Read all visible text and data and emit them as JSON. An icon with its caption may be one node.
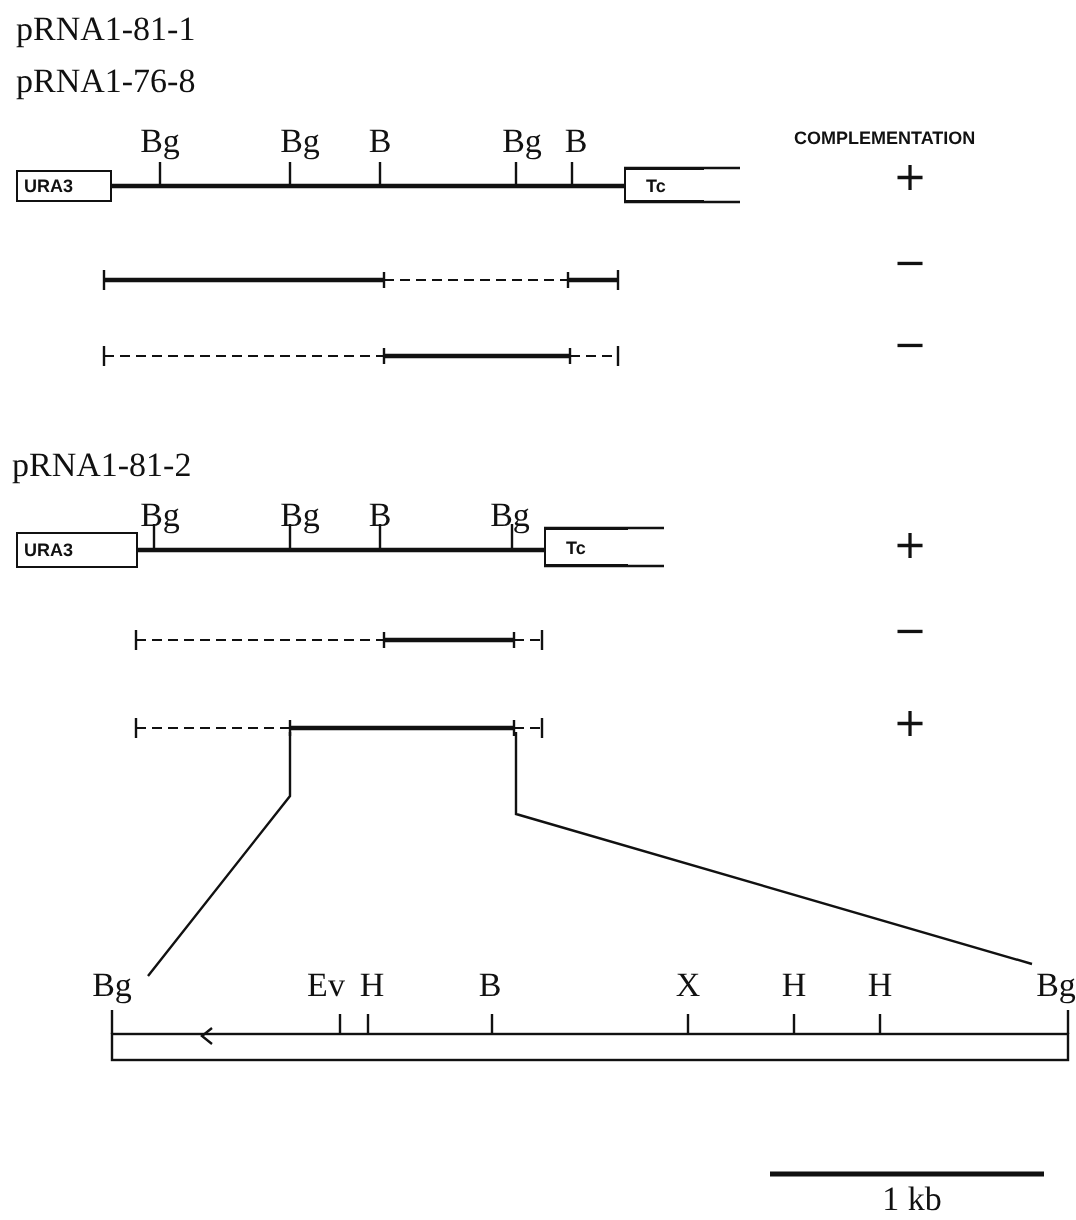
{
  "diagram": {
    "nodes": [
      {
        "text": [
          "URA3"
        ]
      },
      {
        "text": [
          "Tc"
        ]
      },
      {
        "text": [
          "URA3"
        ]
      },
      {
        "text": [
          "Tc"
        ]
      }
    ],
    "edges": [
      {
        "from": 0,
        "to": 1,
        "arrow": "none"
      },
      {
        "from": 2,
        "to": 3,
        "arrow": "none"
      }
    ],
    "labels": [
      "pRNA1-81-1",
      "pRNA1-76-8",
      "Bg",
      "Bg",
      "B",
      "Bg",
      "B",
      "COMPLEMENTATION",
      "+",
      "−",
      "−",
      "pRNA1-81-2",
      "Bg",
      "Bg",
      "B",
      "Bg",
      "+",
      "−",
      "+",
      "Bg",
      "Ev",
      "H",
      "B",
      "X",
      "H",
      "H",
      "Bg",
      "1 kb"
    ]
  }
}
